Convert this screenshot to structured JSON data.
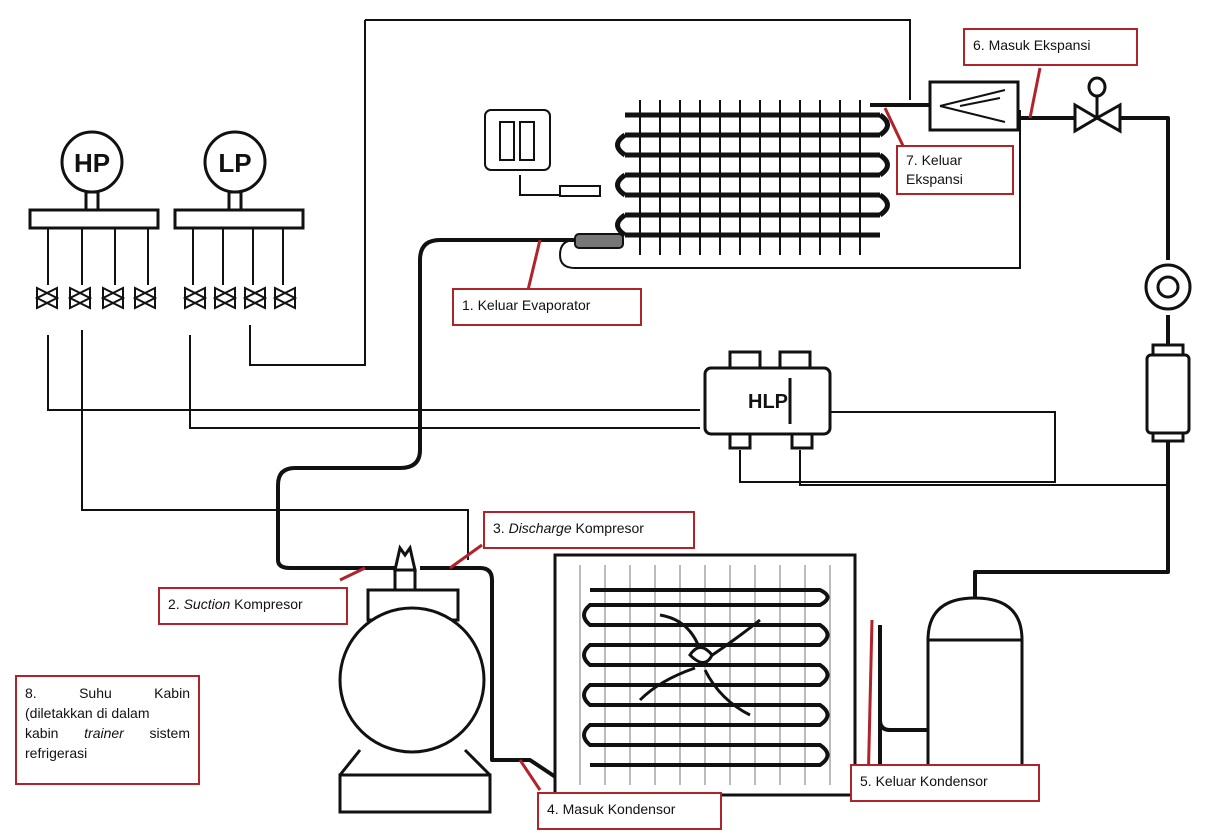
{
  "gauges": {
    "high": "HP",
    "low": "LP",
    "switch": "HLP"
  },
  "labels": {
    "l1": "1. Keluar Evaporator",
    "l2_num": "2.",
    "l2_em": "Suction",
    "l2_rest": "Kompresor",
    "l3_num": "3.",
    "l3_em": "Discharge",
    "l3_rest": "Kompresor",
    "l4": "4. Masuk Kondensor",
    "l5": "5. Keluar Kondensor",
    "l6": "6. Masuk Ekspansi",
    "l7_line1": "7. Keluar",
    "l7_line2": "Ekspansi",
    "l8_a": "8.",
    "l8_b": "Suhu",
    "l8_c": "Kabin",
    "l8_line2": "(diletakkan di dalam",
    "l8_line3a": "kabin",
    "l8_line3b": "trainer",
    "l8_line3c": "sistem",
    "l8_line4": "refrigerasi"
  },
  "colors": {
    "line": "#111111",
    "sensor": "#b0232a"
  }
}
